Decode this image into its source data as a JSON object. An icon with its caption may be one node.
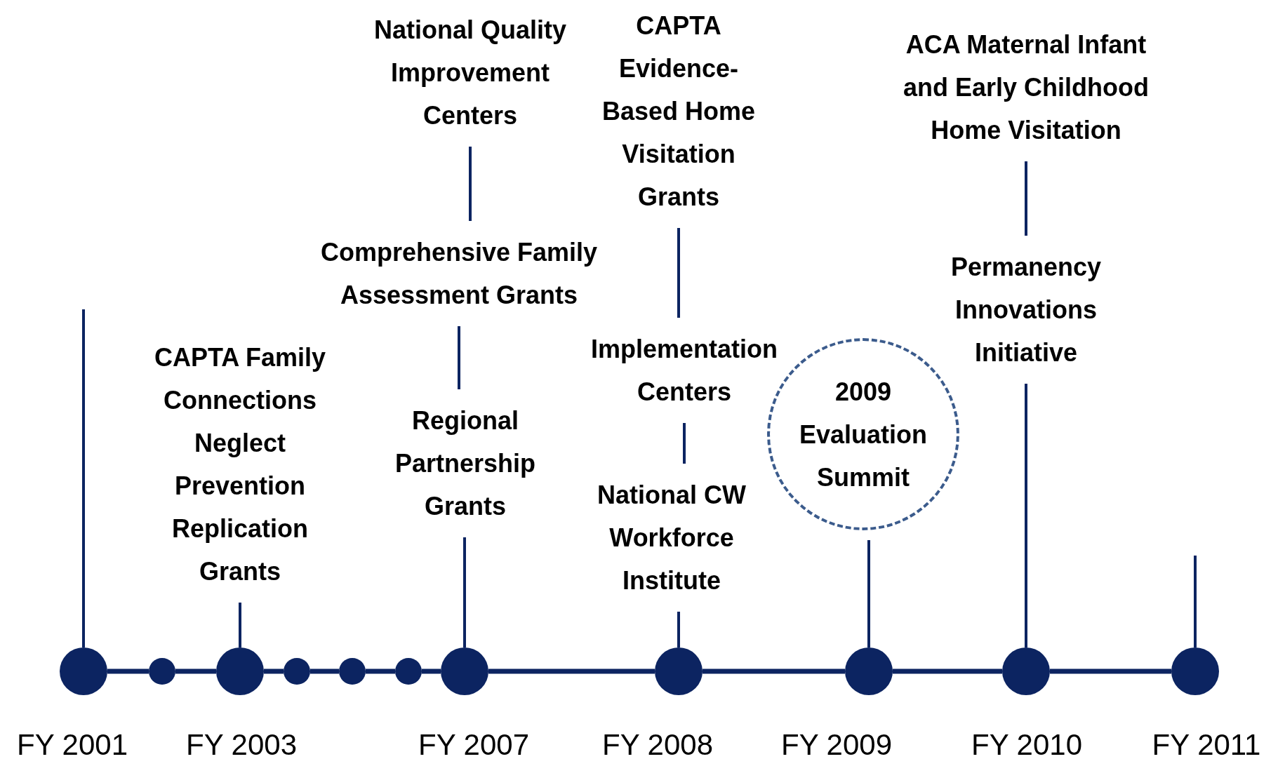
{
  "diagram": {
    "nodes": [
      {
        "text": [
          "CAPTA Family Connections Neglect Prevention Replication Grants"
        ]
      },
      {
        "text": [
          "National Quality Improvement Centers"
        ]
      },
      {
        "text": [
          "Comprehensive Family Assessment Grants"
        ]
      },
      {
        "text": [
          "Regional Partnership Grants"
        ]
      },
      {
        "text": [
          "CAPTA Evidence-Based Home Visitation Grants"
        ]
      },
      {
        "text": [
          "Implementation Centers"
        ]
      },
      {
        "text": [
          "National CW Workforce Institute"
        ]
      },
      {
        "text": [
          "2009 Evaluation Summit"
        ]
      },
      {
        "text": [
          "ACA Maternal Infant and Early Childhood Home Visitation"
        ]
      },
      {
        "text": [
          "Permanency Innovations Initiative"
        ]
      },
      {
        "text": [],
        "shape": "circle"
      },
      {
        "text": [],
        "shape": "circle"
      },
      {
        "text": [],
        "shape": "circle"
      },
      {
        "text": [],
        "shape": "circle"
      },
      {
        "text": [],
        "shape": "circle"
      },
      {
        "text": [],
        "shape": "circle"
      },
      {
        "text": [],
        "shape": "circle"
      },
      {
        "text": [],
        "shape": "circle"
      },
      {
        "text": [],
        "shape": "circle"
      },
      {
        "text": [],
        "shape": "circle"
      },
      {
        "text": [],
        "shape": "circle"
      }
    ],
    "edges": [
      {
        "from": null,
        "to": 10,
        "arrow": "none"
      },
      {
        "from": 0,
        "to": 12,
        "arrow": "none"
      },
      {
        "from": 1,
        "to": 2,
        "arrow": "none"
      },
      {
        "from": 2,
        "to": 3,
        "arrow": "none"
      },
      {
        "from": 3,
        "to": 16,
        "arrow": "none"
      },
      {
        "from": 4,
        "to": 5,
        "arrow": "none"
      },
      {
        "from": 5,
        "to": 6,
        "arrow": "none"
      },
      {
        "from": 6,
        "to": 17,
        "arrow": "none"
      },
      {
        "from": 7,
        "to": 18,
        "arrow": "none"
      },
      {
        "from": 8,
        "to": 9,
        "arrow": "none"
      },
      {
        "from": 9,
        "to": 19,
        "arrow": "none"
      },
      {
        "from": null,
        "to": 20,
        "arrow": "none"
      },
      {
        "from": 10,
        "to": 11,
        "arrow": "none"
      },
      {
        "from": 11,
        "to": 12,
        "arrow": "none"
      },
      {
        "from": 12,
        "to": 13,
        "arrow": "none"
      },
      {
        "from": 13,
        "to": 14,
        "arrow": "none"
      },
      {
        "from": 14,
        "to": 15,
        "arrow": "none"
      },
      {
        "from": 15,
        "to": 16,
        "arrow": "none"
      },
      {
        "from": 16,
        "to": 17,
        "arrow": "none"
      },
      {
        "from": 17,
        "to": 18,
        "arrow": "none"
      },
      {
        "from": 18,
        "to": 19,
        "arrow": "none"
      },
      {
        "from": 19,
        "to": 20,
        "arrow": "none"
      }
    ],
    "labels": [
      "FY 2001",
      "FY 2003",
      "FY 2007",
      "FY 2008",
      "FY 2009",
      "FY 2010",
      "FY 2011"
    ]
  }
}
